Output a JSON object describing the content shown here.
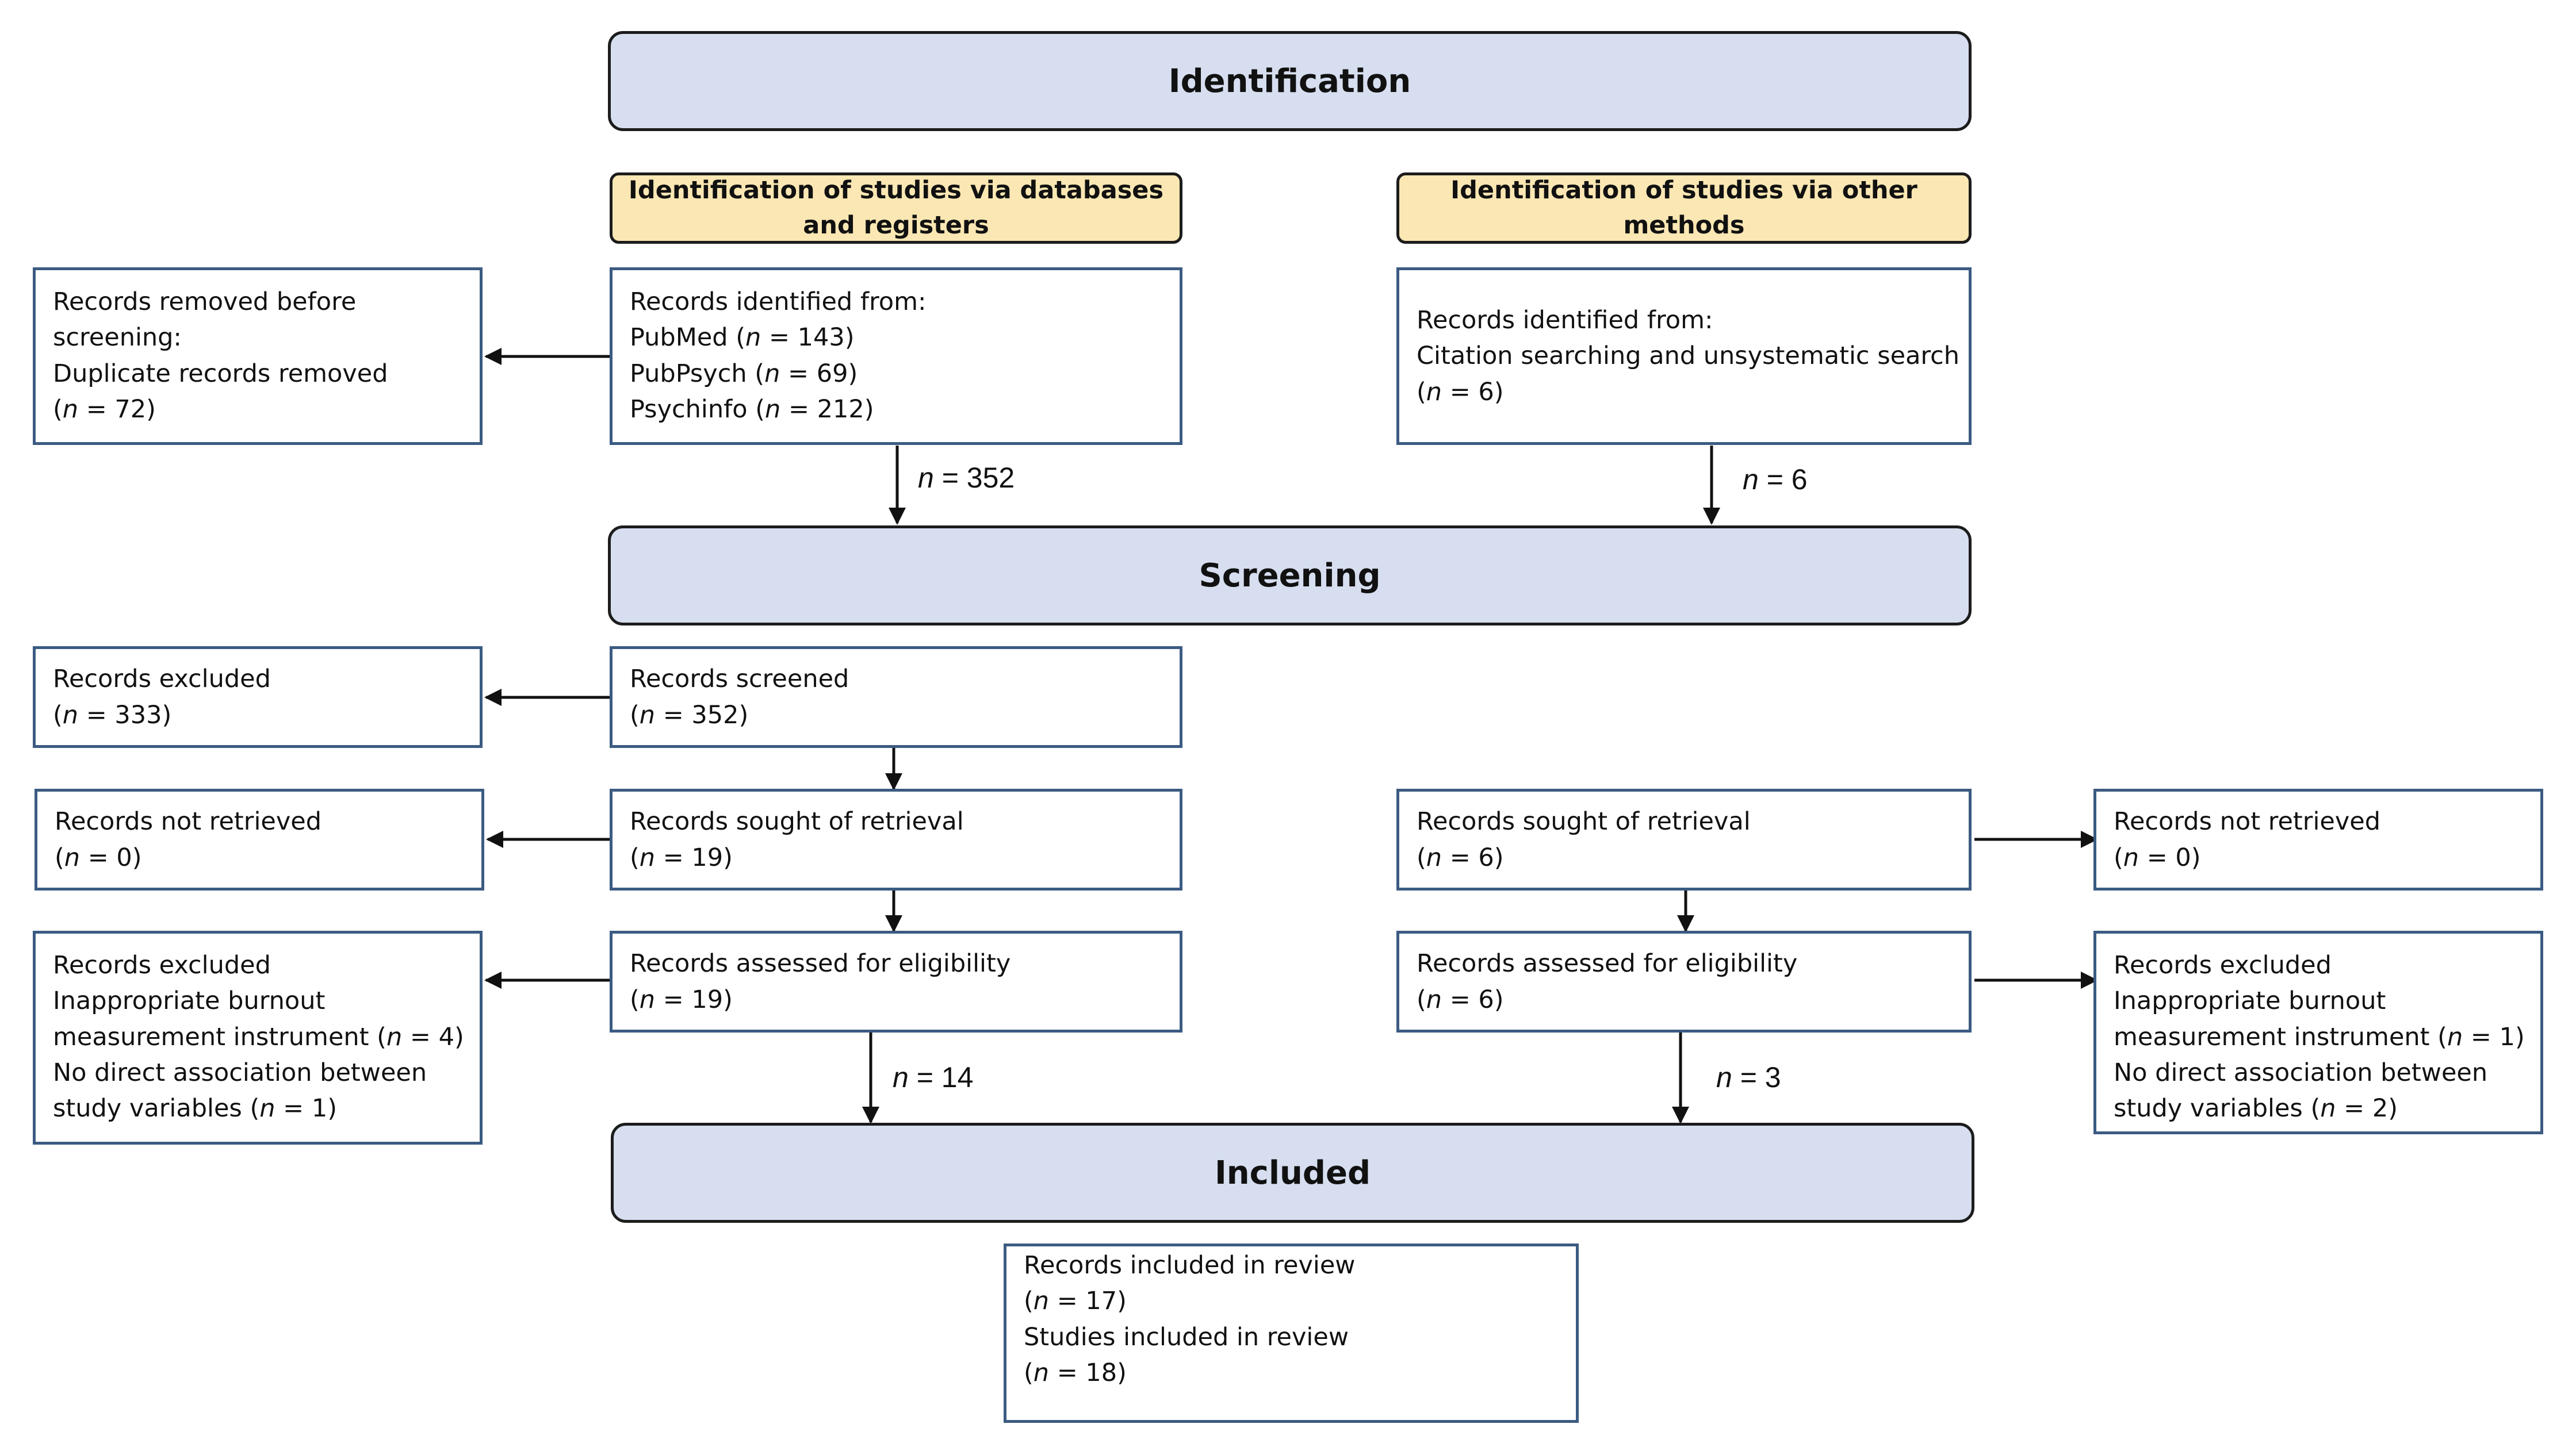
{
  "stages": {
    "identification": "Identification",
    "screening": "Screening",
    "included": "Included"
  },
  "sources": {
    "databases": "Identification of studies via databases and registers",
    "other": "Identification of studies via other methods"
  },
  "n_symbol": "n",
  "boxes": {
    "removed_before": {
      "l1": "Records removed before",
      "l2": "screening:",
      "l3": "Duplicate records removed",
      "l4_open": "(",
      "l4_rest": " = 72)"
    },
    "identified_db": {
      "l1": "Records identified from:",
      "l2_pre": "PubMed (",
      "l2_rest": " = 143)",
      "l3_pre": "PubPsych (",
      "l3_rest": " = 69)",
      "l4_pre": "Psychinfo (",
      "l4_rest": " = 212)"
    },
    "identified_other": {
      "l1": "Records identified from:",
      "l2": "Citation searching and unsystematic search",
      "l3_open": "(",
      "l3_rest": " = 6)"
    },
    "excluded_screen": {
      "l1": "Records excluded",
      "l2_open": "(",
      "l2_rest": " = 333)"
    },
    "screened": {
      "l1": "Records screened",
      "l2_open": "(",
      "l2_rest": " = 352)"
    },
    "not_retrieved_db": {
      "l1": "Records not retrieved",
      "l2_open": "(",
      "l2_rest": " = 0)"
    },
    "sought_db": {
      "l1": "Records sought of retrieval",
      "l2_open": "(",
      "l2_rest": " = 19)"
    },
    "sought_other": {
      "l1": "Records sought of retrieval",
      "l2_open": "(",
      "l2_rest": " = 6)"
    },
    "not_retrieved_other": {
      "l1": "Records not retrieved",
      "l2_open": "(",
      "l2_rest": " = 0)"
    },
    "excluded_db": {
      "l1": "Records excluded",
      "l2": "Inappropriate burnout",
      "l3_pre": "measurement instrument (",
      "l3_rest": " = 4)",
      "l4": "No direct association between",
      "l5_pre": "study variables (",
      "l5_rest": " = 1)"
    },
    "assessed_db": {
      "l1": "Records assessed for eligibility",
      "l2_open": "(",
      "l2_rest": " = 19)"
    },
    "assessed_other": {
      "l1": "Records assessed for eligibility",
      "l2_open": "(",
      "l2_rest": " = 6)"
    },
    "excluded_other": {
      "l1": "Records excluded",
      "l2": "Inappropriate burnout",
      "l3_pre": "measurement instrument (",
      "l3_rest": " = 1)",
      "l4": "No direct association between",
      "l5_pre": "study variables (",
      "l5_rest": " = 2)"
    },
    "included_review": {
      "l1": "Records included in review",
      "l2_open": "(",
      "l2_rest": " = 17)",
      "l3": "Studies included in review",
      "l4_open": "(",
      "l4_rest": " = 18)"
    }
  },
  "flow_labels": {
    "db_to_screening": " = 352",
    "other_to_screening": " = 6",
    "db_to_included": " = 14",
    "other_to_included": " = 3"
  },
  "colors": {
    "stage_fill": "#d6deef",
    "source_fill": "#fbe7b3",
    "box_border": "#3b5b82",
    "stage_border": "#1c1c1c",
    "arrow": "#111111"
  }
}
